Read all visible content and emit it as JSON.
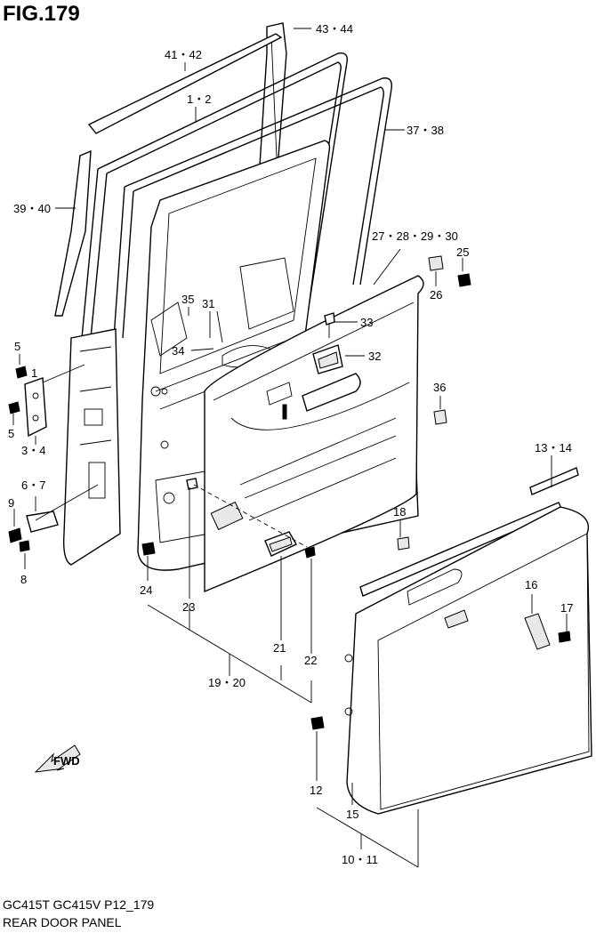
{
  "figure": {
    "title": "FIG.179",
    "model_line": "GC415T GC415V P12_179",
    "part_name": "REAR DOOR PANEL"
  },
  "callouts": {
    "c4344": "43・44",
    "c4142": "41・42",
    "c12": "1・2",
    "c3738": "37・38",
    "c3940": "39・40",
    "c27_30": "27・28・29・30",
    "c25": "25",
    "c26": "26",
    "c35": "35",
    "c31": "31",
    "c33": "33",
    "c34": "34",
    "c32": "32",
    "c5a": "5",
    "c5b": "5",
    "c1": "1",
    "c34b": "3・4",
    "c36": "36",
    "c67": "6・7",
    "c9": "9",
    "c8": "8",
    "c1314": "13・14",
    "c18": "18",
    "c16": "16",
    "c17": "17",
    "c24": "24",
    "c23": "23",
    "c21": "21",
    "c22": "22",
    "c1920": "19・20",
    "c12b": "12",
    "c15": "15",
    "c1011": "10・11"
  },
  "fwd_label": "FWD"
}
